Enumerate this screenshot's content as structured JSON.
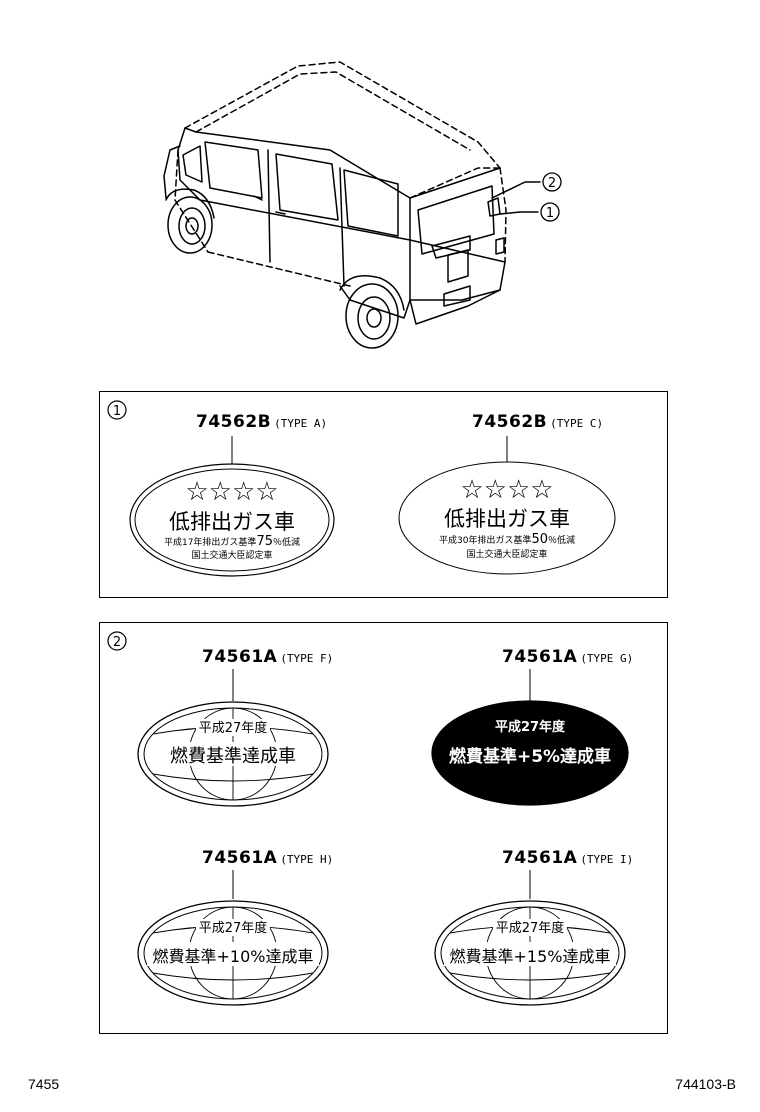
{
  "callouts": {
    "c1": "1",
    "c2": "2"
  },
  "panel1": {
    "index": "1",
    "labels": [
      {
        "part_no": "74562B",
        "type": "(TYPE A)",
        "stars": "☆☆☆☆",
        "main": "低排出ガス車",
        "sub_prefix": "平成17年排出ガス基準",
        "sub_value": "75",
        "sub_suffix": "％低減",
        "footer": "国土交通大臣認定車"
      },
      {
        "part_no": "74562B",
        "type": "(TYPE C)",
        "stars": "☆☆☆☆",
        "main": "低排出ガス車",
        "sub_prefix": "平成30年排出ガス基準",
        "sub_value": "50",
        "sub_suffix": "％低減",
        "footer": "国土交通大臣認定車"
      }
    ]
  },
  "panel2": {
    "index": "2",
    "labels": [
      {
        "part_no": "74561A",
        "type": "(TYPE F)",
        "year": "平成27年度",
        "main": "燃費基準達成車"
      },
      {
        "part_no": "74561A",
        "type": "(TYPE G)",
        "year": "平成27年度",
        "main": "燃費基準+5%達成車"
      },
      {
        "part_no": "74561A",
        "type": "(TYPE H)",
        "year": "平成27年度",
        "main": "燃費基準+10%達成車"
      },
      {
        "part_no": "74561A",
        "type": "(TYPE I)",
        "year": "平成27年度",
        "main": "燃費基準+15%達成車"
      }
    ]
  },
  "footer": {
    "left": "7455",
    "right": "744103-B"
  }
}
